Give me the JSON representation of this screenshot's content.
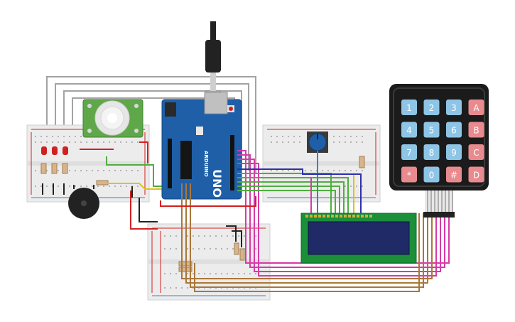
{
  "arduino": {
    "model_label": "UNO",
    "brand_label": "ARDUINO"
  },
  "keypad": {
    "rows": [
      [
        {
          "label": "1",
          "color": "#8ec5e6"
        },
        {
          "label": "2",
          "color": "#8ec5e6"
        },
        {
          "label": "3",
          "color": "#8ec5e6"
        },
        {
          "label": "A",
          "color": "#e98a8f"
        }
      ],
      [
        {
          "label": "4",
          "color": "#8ec5e6"
        },
        {
          "label": "5",
          "color": "#8ec5e6"
        },
        {
          "label": "6",
          "color": "#8ec5e6"
        },
        {
          "label": "B",
          "color": "#e98a8f"
        }
      ],
      [
        {
          "label": "7",
          "color": "#8ec5e6"
        },
        {
          "label": "8",
          "color": "#8ec5e6"
        },
        {
          "label": "9",
          "color": "#8ec5e6"
        },
        {
          "label": "C",
          "color": "#e98a8f"
        }
      ],
      [
        {
          "label": "*",
          "color": "#e98a8f"
        },
        {
          "label": "0",
          "color": "#8ec5e6"
        },
        {
          "label": "#",
          "color": "#e98a8f"
        },
        {
          "label": "D",
          "color": "#e98a8f"
        }
      ]
    ]
  },
  "colors": {
    "board": "#1f5fa8",
    "breadboard": "#ececec",
    "lcd_pcb": "#1b8f3a",
    "lcd_screen": "#1f2a66",
    "wire_pink": "#d63aa9",
    "wire_brown": "#a9773a",
    "wire_green": "#4fae3f",
    "wire_red": "#d32020",
    "wire_gray": "#9a9a9a",
    "wire_yellow": "#e0c21a",
    "wire_blue": "#3a7fd0"
  }
}
